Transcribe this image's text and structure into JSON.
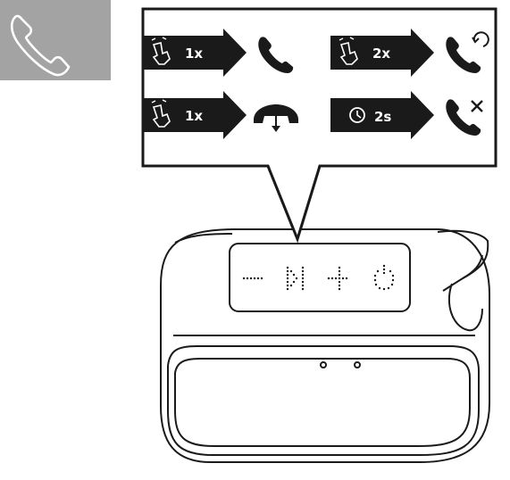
{
  "section_icon": {
    "name": "phone-icon",
    "background": "#a3a3a3"
  },
  "callout": {
    "actions": [
      {
        "gesture": "tap-icon",
        "count": "1x",
        "result_icon": "answer-call-icon"
      },
      {
        "gesture": "tap-icon",
        "count": "2x",
        "result_icon": "switch-call-icon"
      },
      {
        "gesture": "tap-icon",
        "count": "1x",
        "result_icon": "end-call-icon"
      },
      {
        "gesture": "clock-icon",
        "count": "2s",
        "result_icon": "reject-call-icon"
      }
    ]
  },
  "device": {
    "name": "speaker",
    "buttons": [
      "volume-down-icon",
      "play-pause-icon",
      "volume-up-icon",
      "power-icon"
    ]
  },
  "colors": {
    "ink": "#1a1a1a",
    "panel_border": "#1a1a1a",
    "panel_fill": "#ffffff"
  }
}
